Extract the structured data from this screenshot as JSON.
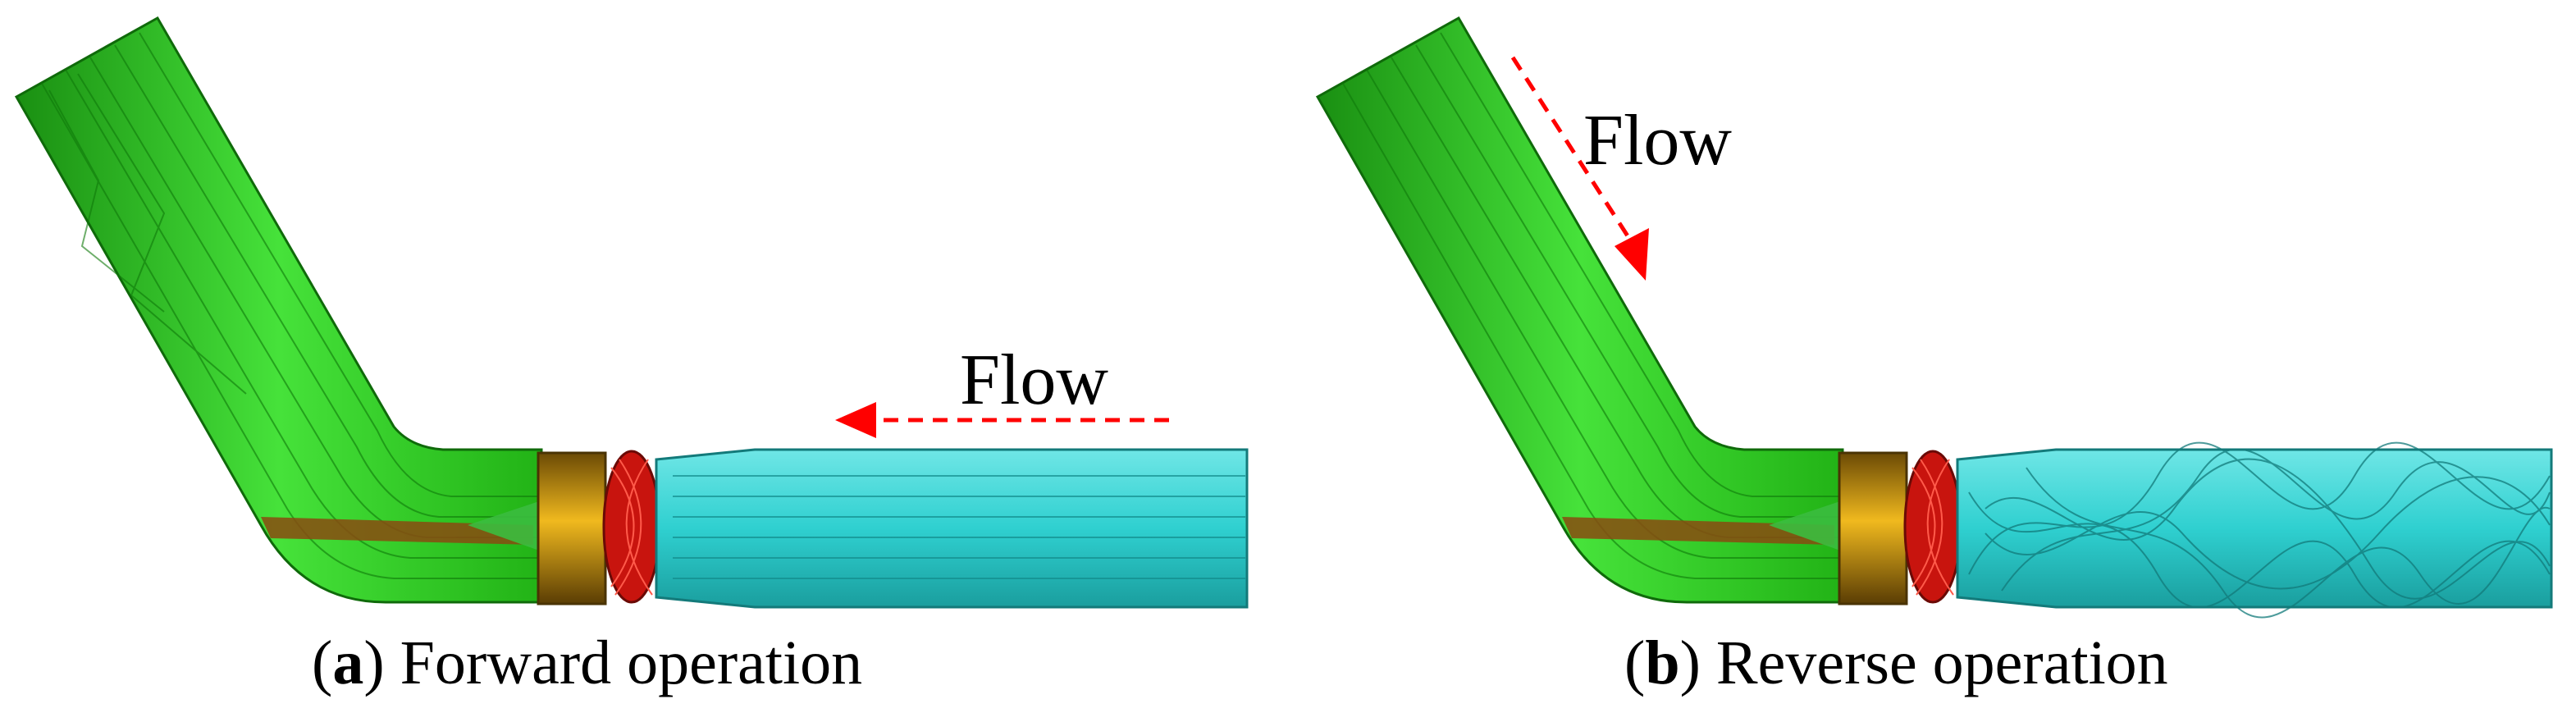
{
  "panels": [
    {
      "id": "a",
      "flow_label": "Flow",
      "caption_letter": "a",
      "caption_text": "Forward operation",
      "flow_direction": "right-to-left",
      "outlet_streamlines": "straight"
    },
    {
      "id": "b",
      "flow_label": "Flow",
      "caption_letter": "b",
      "caption_text": "Reverse operation",
      "flow_direction": "down-the-inclined-pipe",
      "outlet_streamlines": "swirling"
    }
  ],
  "colors": {
    "inclined_pipe": "#2ecc1f",
    "straight_pipe": "#2fd0d0",
    "guide_vanes": "#d9a012",
    "impeller": "#d41a12",
    "flow_arrow": "#ff0000"
  }
}
